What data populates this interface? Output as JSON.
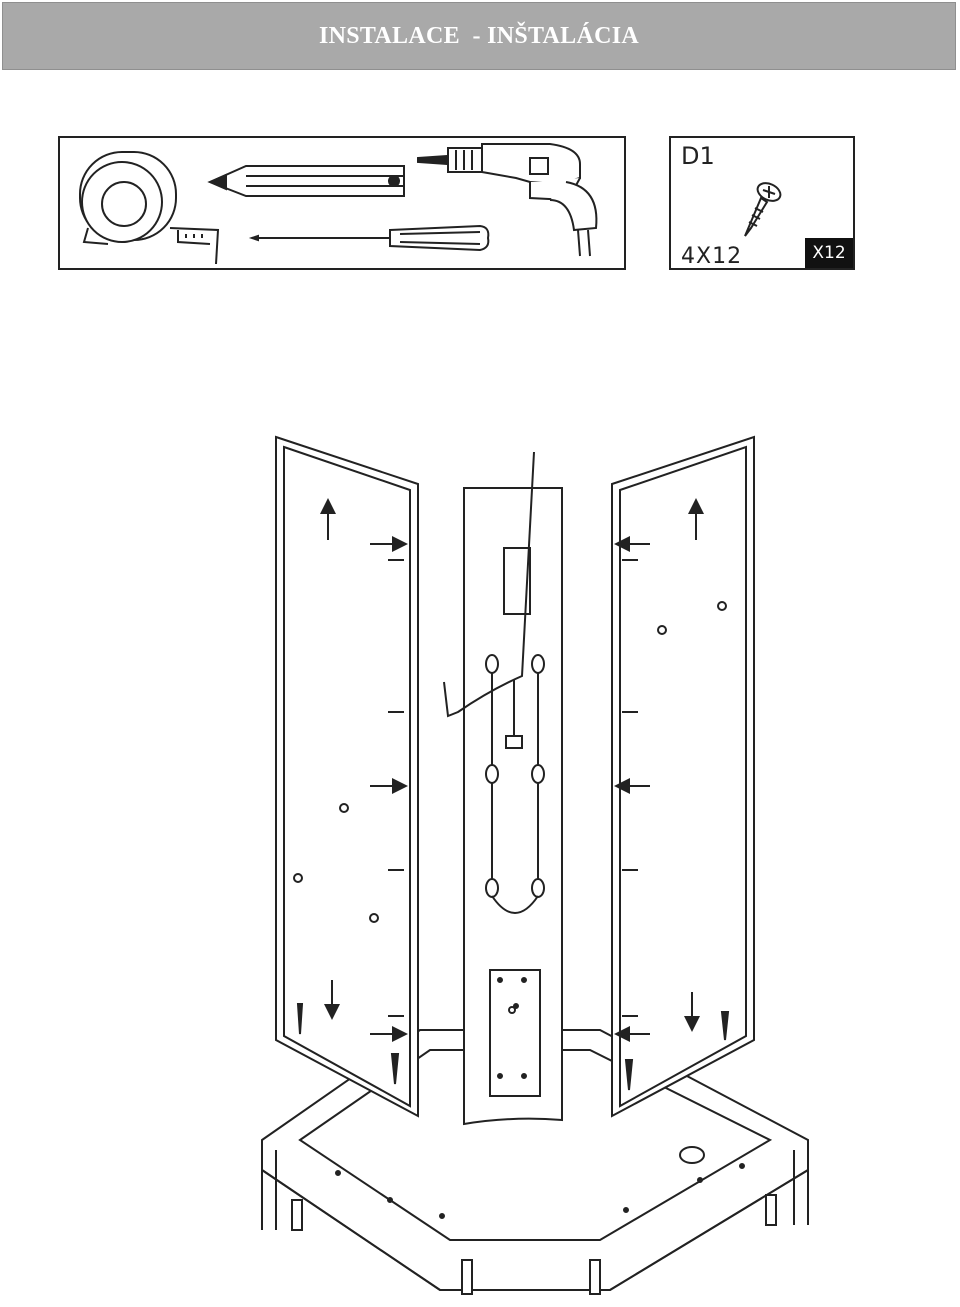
{
  "header": {
    "title": "INSTALACE  - INŠTALÁCIA"
  },
  "tools": {
    "icons": [
      "tape-measure-icon",
      "pencil-icon",
      "drill-icon",
      "screwdriver-icon"
    ]
  },
  "part": {
    "id": "D1",
    "size": "4X12",
    "quantity": "X12",
    "icon": "screw-icon"
  },
  "colors": {
    "header_bg": "#a9a9a9",
    "header_text": "#ffffff",
    "line": "#222222"
  }
}
